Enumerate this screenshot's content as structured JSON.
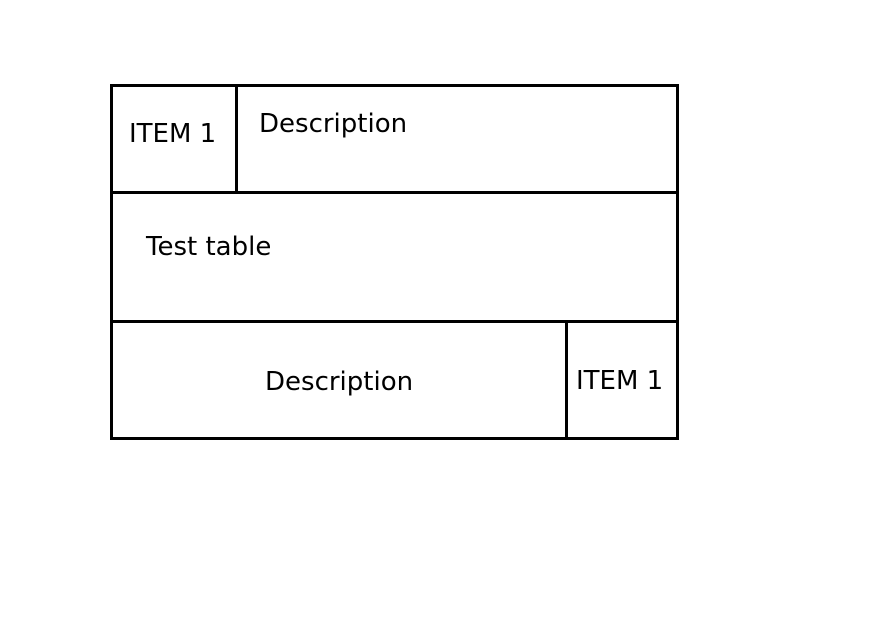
{
  "table": {
    "row1": {
      "item": "ITEM 1",
      "description": "Description"
    },
    "row2": {
      "title": "Test table"
    },
    "row3": {
      "description": "Description",
      "item": "ITEM 1"
    }
  },
  "colors": {
    "border": "#000000",
    "background": "#ffffff",
    "text": "#000000"
  }
}
